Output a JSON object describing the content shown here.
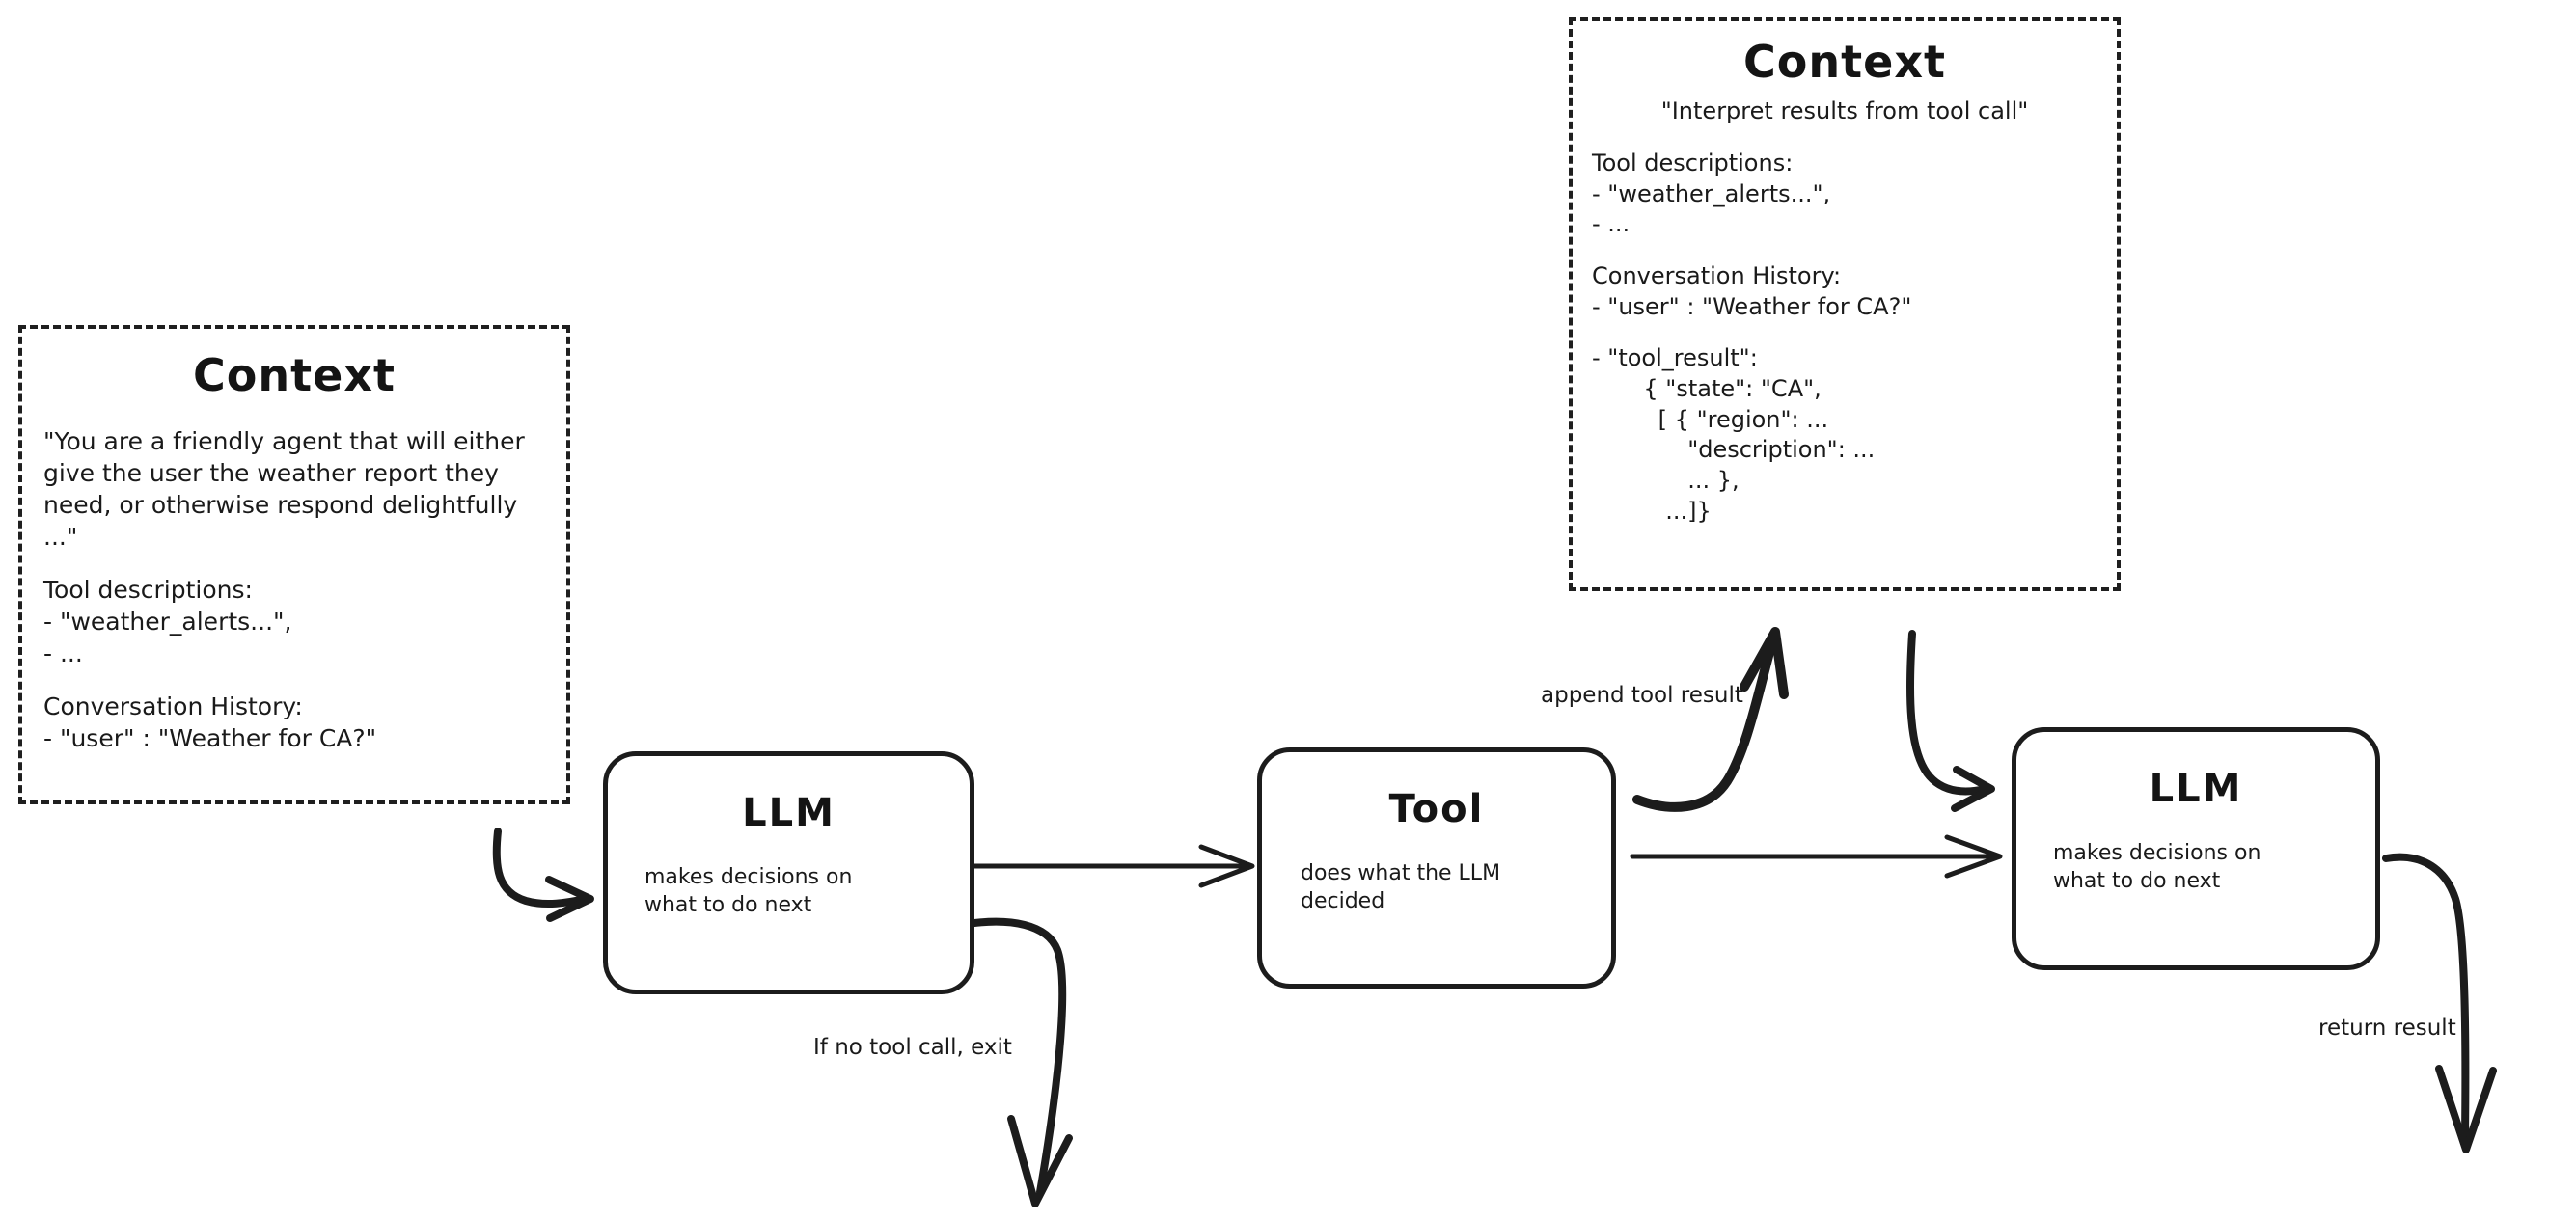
{
  "diagram": {
    "title": "Agent loop with LLM, Tool, and Context",
    "ink_color": "#1c1c1c",
    "background": "#ffffff"
  },
  "context_left": {
    "title": "Context",
    "system_prompt": "\"You are a friendly agent that will either give the user the weather report they need, or otherwise respond delightfully ...\"",
    "tool_descriptions_header": "Tool descriptions:",
    "tool_descriptions_items": "- \"weather_alerts...\",\n- ...",
    "conversation_header": "Conversation History:",
    "conversation_items": "- \"user\" : \"Weather for CA?\""
  },
  "context_right": {
    "title": "Context",
    "system_prompt": "\"Interpret results from tool call\"",
    "tool_descriptions_header": "Tool descriptions:",
    "tool_descriptions_items": "- \"weather_alerts...\",\n- ...",
    "conversation_header": "Conversation History:",
    "conversation_user": "- \"user\" : \"Weather for CA?\"",
    "tool_result_label": "- \"tool_result\":",
    "tool_result_body": "       { \"state\": \"CA\",\n         [ { \"region\": ...\n             \"description\": ...\n             ... },\n          ...]}"
  },
  "nodes": {
    "llm_1": {
      "title": "LLM",
      "subtitle": "makes decisions on\nwhat to do next"
    },
    "tool": {
      "title": "Tool",
      "subtitle": "does what the LLM\ndecided"
    },
    "llm_2": {
      "title": "LLM",
      "subtitle": "makes decisions on\nwhat to do next"
    }
  },
  "edges": {
    "context_to_llm1": "",
    "llm1_to_tool": "",
    "llm1_exit": "If no tool call, exit",
    "tool_append": "append tool result",
    "context2_to_llm2": "",
    "tool_to_llm2": "",
    "llm2_return": "return result"
  }
}
